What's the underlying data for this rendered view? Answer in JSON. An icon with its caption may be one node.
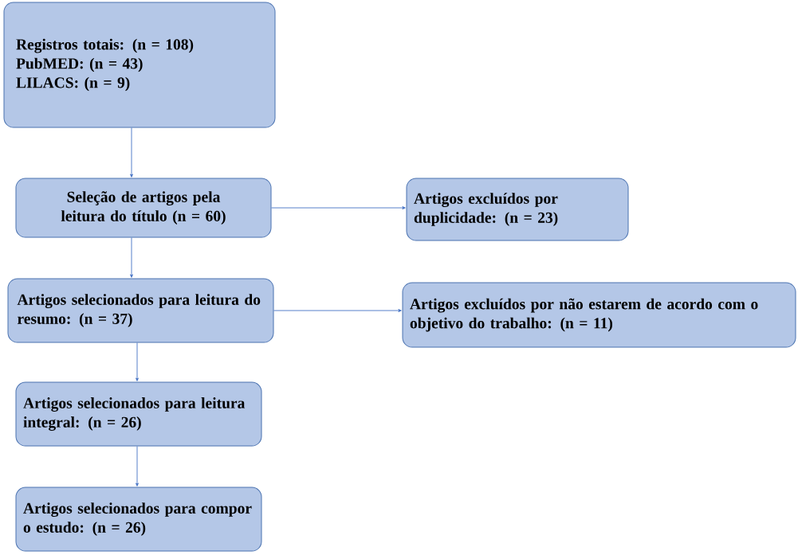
{
  "diagram": {
    "nodes": [
      {
        "text": [
          "Registros totais: (n = 108)",
          "PubMED: (n = 43)",
          "LILACS: (n = 9)"
        ]
      },
      {
        "text": [
          "Seleção de artigos pela leitura do título (n = 60)"
        ]
      },
      {
        "text": [
          "Artigos excluídos por duplicidade: (n = 23)"
        ]
      },
      {
        "text": [
          "Artigos selecionados para leitura do resumo: (n = 37)"
        ]
      },
      {
        "text": [
          "Artigos excluídos por não estarem de acordo com o objetivo do trabalho: (n = 11)"
        ]
      },
      {
        "text": [
          "Artigos selecionados para leitura integral: (n = 26)"
        ]
      },
      {
        "text": [
          "Artigos selecionados para compor o estudo: (n = 26)"
        ]
      }
    ],
    "edges": [
      {
        "from": 0,
        "to": 1,
        "arrow": "to"
      },
      {
        "from": 1,
        "to": 2,
        "arrow": "to"
      },
      {
        "from": 1,
        "to": 3,
        "arrow": "to"
      },
      {
        "from": 3,
        "to": 4,
        "arrow": "to"
      },
      {
        "from": 3,
        "to": 5,
        "arrow": "to"
      },
      {
        "from": 5,
        "to": 6,
        "arrow": "to"
      }
    ]
  }
}
